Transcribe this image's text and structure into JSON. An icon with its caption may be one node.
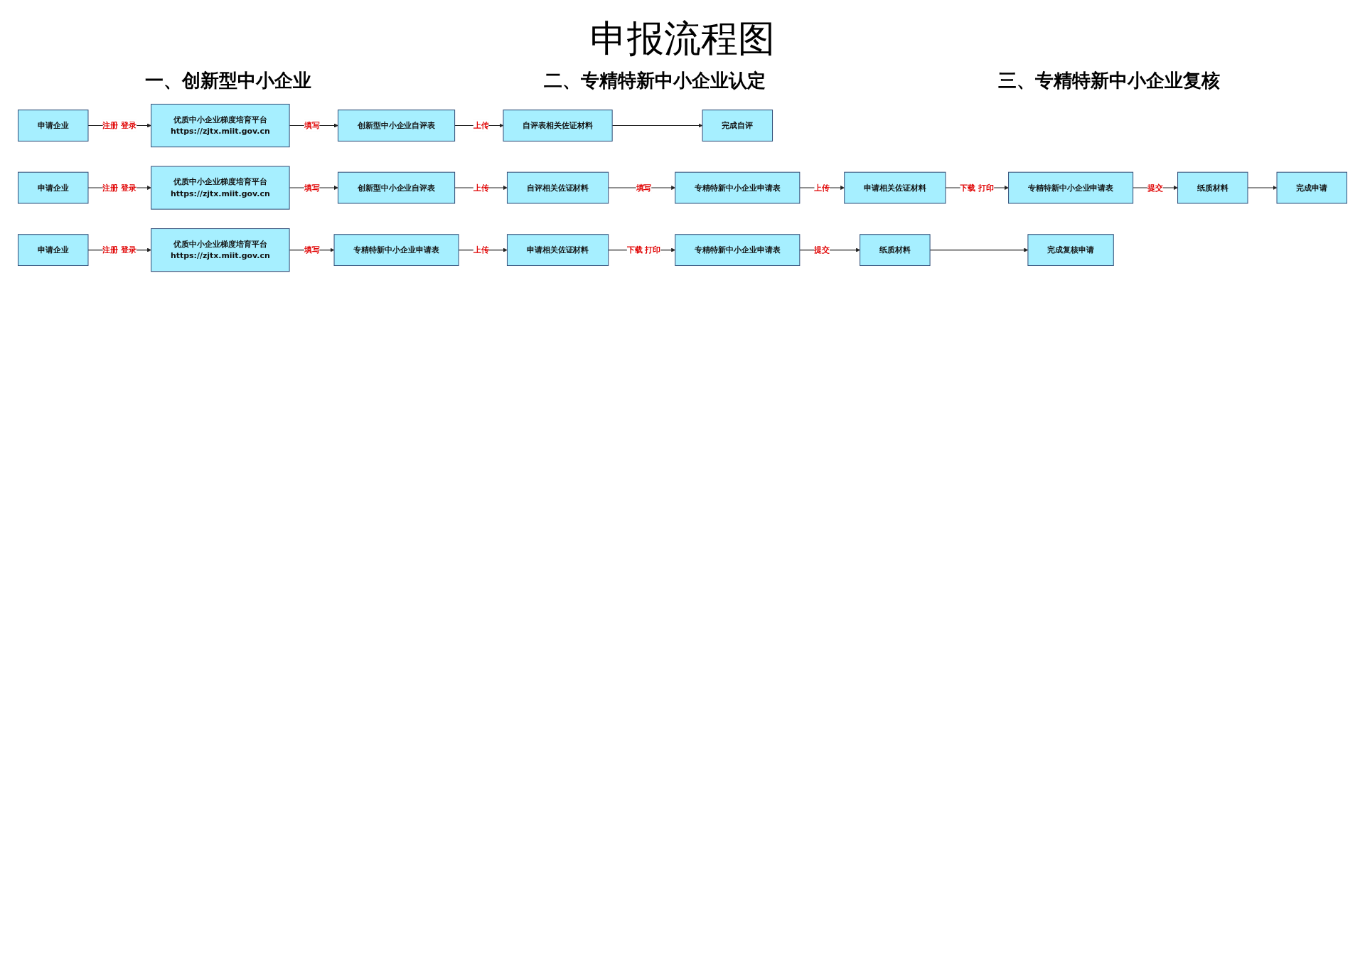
{
  "diagram": {
    "title": "申报流程图",
    "nodes": [
      {
        "text": [
          "申请企业"
        ]
      },
      {
        "text": [
          "优质中小企业梯度培育平台",
          "https://zjtx.miit.gov.cn"
        ]
      },
      {
        "text": [
          "创新型中小企业自评表"
        ]
      },
      {
        "text": [
          "自评表相关佐证材料"
        ]
      },
      {
        "text": [
          "完成自评"
        ]
      },
      {
        "text": [
          "申请企业"
        ]
      },
      {
        "text": [
          "优质中小企业梯度培育平台",
          "https://zjtx.miit.gov.cn"
        ]
      },
      {
        "text": [
          "创新型中小企业自评表"
        ]
      },
      {
        "text": [
          "自评相关佐证材料"
        ]
      },
      {
        "text": [
          "专精特新中小企业申请表"
        ]
      },
      {
        "text": [
          "申请相关佐证材料"
        ]
      },
      {
        "text": [
          "专精特新中小企业申请表"
        ]
      },
      {
        "text": [
          "纸质材料"
        ]
      },
      {
        "text": [
          "完成申请"
        ]
      },
      {
        "text": [
          "申请企业"
        ]
      },
      {
        "text": [
          "优质中小企业梯度培育平台",
          "https://zjtx.miit.gov.cn"
        ]
      },
      {
        "text": [
          "专精特新中小企业申请表"
        ]
      },
      {
        "text": [
          "申请相关佐证材料"
        ]
      },
      {
        "text": [
          "专精特新中小企业申请表"
        ]
      },
      {
        "text": [
          "纸质材料"
        ]
      },
      {
        "text": [
          "完成复核申请"
        ]
      }
    ],
    "edges": [
      {
        "from": 0,
        "to": 1,
        "arrow": "to",
        "label": "注册 登录"
      },
      {
        "from": 1,
        "to": 2,
        "arrow": "to",
        "label": "填写"
      },
      {
        "from": 2,
        "to": 3,
        "arrow": "to",
        "label": "上传"
      },
      {
        "from": 3,
        "to": 4,
        "arrow": "to"
      },
      {
        "from": 5,
        "to": 6,
        "arrow": "to",
        "label": "注册 登录"
      },
      {
        "from": 6,
        "to": 7,
        "arrow": "to",
        "label": "填写"
      },
      {
        "from": 7,
        "to": 8,
        "arrow": "to",
        "label": "上传"
      },
      {
        "from": 8,
        "to": 9,
        "arrow": "to",
        "label": "填写"
      },
      {
        "from": 9,
        "to": 10,
        "arrow": "to",
        "label": "上传"
      },
      {
        "from": 10,
        "to": 11,
        "arrow": "to",
        "label": "下载 打印"
      },
      {
        "from": 11,
        "to": 12,
        "arrow": "to",
        "label": "提交"
      },
      {
        "from": 12,
        "to": 13,
        "arrow": "to"
      },
      {
        "from": 14,
        "to": 15,
        "arrow": "to",
        "label": "注册 登录"
      },
      {
        "from": 15,
        "to": 16,
        "arrow": "to",
        "label": "填写"
      },
      {
        "from": 16,
        "to": 17,
        "arrow": "to",
        "label": "上传"
      },
      {
        "from": 17,
        "to": 18,
        "arrow": "to",
        "label": "下载 打印"
      },
      {
        "from": 18,
        "to": 19,
        "arrow": "to",
        "label": "提交"
      },
      {
        "from": 19,
        "to": 20,
        "arrow": "to"
      }
    ],
    "labels": [
      "一、创新型中小企业",
      "二、专精特新中小企业认定",
      "三、专精特新中小企业复核"
    ]
  }
}
